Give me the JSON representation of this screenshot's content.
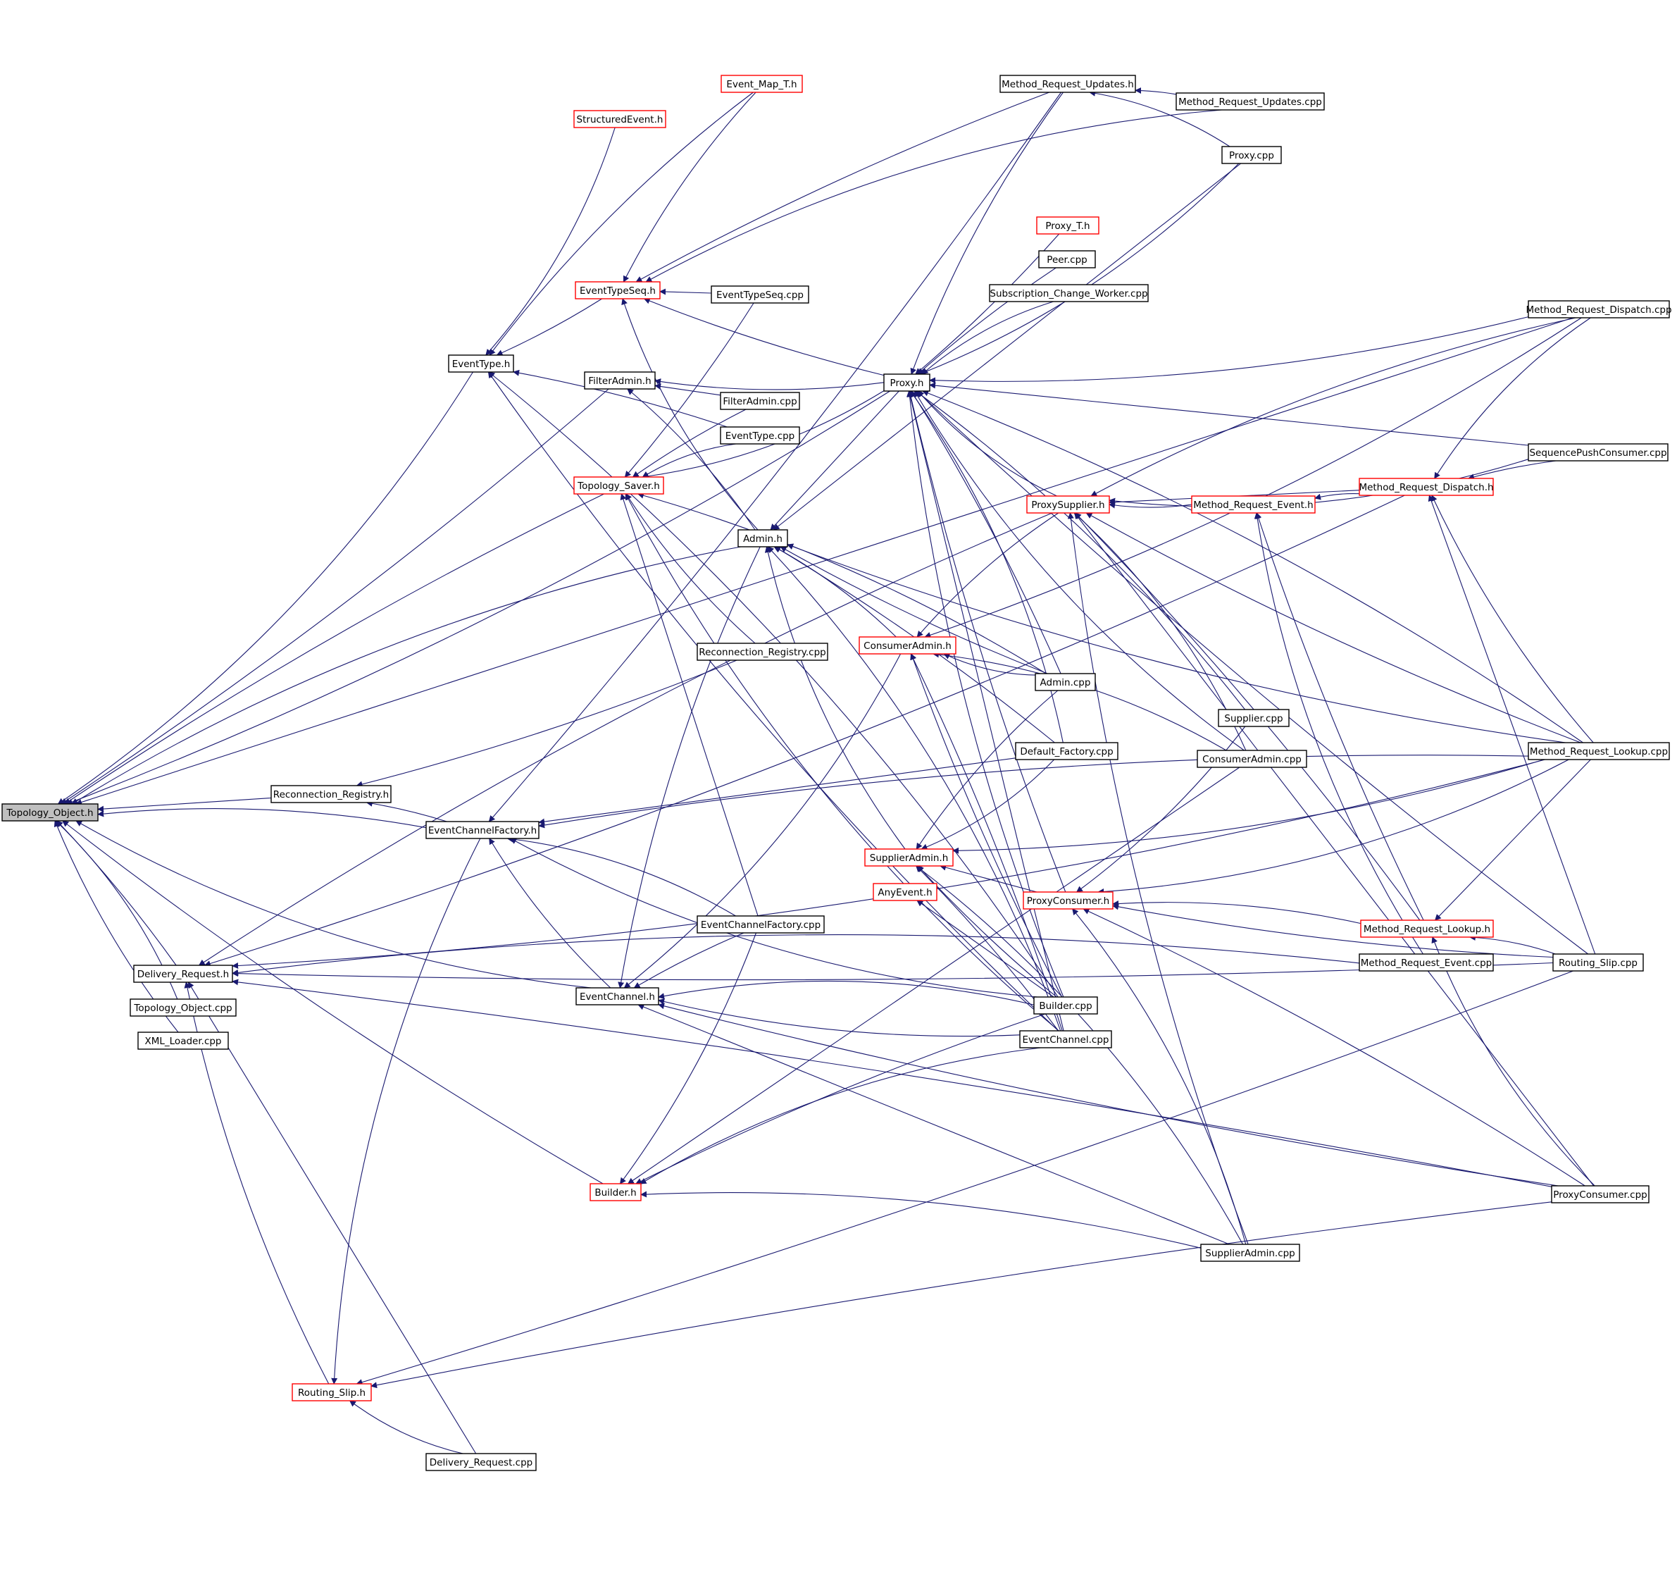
{
  "graph": {
    "colors": {
      "edge": "#191970",
      "arrowhead": "#191970",
      "root_fill": "#bfbfbf",
      "border_normal": "#000000",
      "border_truncated": "#ff0000",
      "background": "#ffffff"
    },
    "nodes": [
      {
        "id": "topology_object_h",
        "label": "Topology_Object.h",
        "style": "root"
      },
      {
        "id": "eventtype_h",
        "label": "EventType.h",
        "style": "normal"
      },
      {
        "id": "eventtypeseq_h",
        "label": "EventTypeSeq.h",
        "style": "truncated"
      },
      {
        "id": "event_map_t_h",
        "label": "Event_Map_T.h",
        "style": "truncated"
      },
      {
        "id": "structuredevent_h",
        "label": "StructuredEvent.h",
        "style": "truncated"
      },
      {
        "id": "filteradmin_h",
        "label": "FilterAdmin.h",
        "style": "normal"
      },
      {
        "id": "topology_saver_h",
        "label": "Topology_Saver.h",
        "style": "truncated"
      },
      {
        "id": "admin_h",
        "label": "Admin.h",
        "style": "normal"
      },
      {
        "id": "reconnection_registry_cpp",
        "label": "Reconnection_Registry.cpp",
        "style": "normal"
      },
      {
        "id": "reconnection_registry_h",
        "label": "Reconnection_Registry.h",
        "style": "normal"
      },
      {
        "id": "eventchannelfactory_h",
        "label": "EventChannelFactory.h",
        "style": "normal"
      },
      {
        "id": "eventchannelfactory_cpp",
        "label": "EventChannelFactory.cpp",
        "style": "normal"
      },
      {
        "id": "eventchannel_h",
        "label": "EventChannel.h",
        "style": "normal"
      },
      {
        "id": "builder_h",
        "label": "Builder.h",
        "style": "truncated"
      },
      {
        "id": "routing_slip_h",
        "label": "Routing_Slip.h",
        "style": "truncated"
      },
      {
        "id": "delivery_request_cpp",
        "label": "Delivery_Request.cpp",
        "style": "normal"
      },
      {
        "id": "delivery_request_h",
        "label": "Delivery_Request.h",
        "style": "normal"
      },
      {
        "id": "topology_object_cpp",
        "label": "Topology_Object.cpp",
        "style": "normal"
      },
      {
        "id": "xml_loader_cpp",
        "label": "XML_Loader.cpp",
        "style": "normal"
      },
      {
        "id": "eventtypeseq_cpp",
        "label": "EventTypeSeq.cpp",
        "style": "normal"
      },
      {
        "id": "filteradmin_cpp",
        "label": "FilterAdmin.cpp",
        "style": "normal"
      },
      {
        "id": "eventtype_cpp",
        "label": "EventType.cpp",
        "style": "normal"
      },
      {
        "id": "method_request_updates_h",
        "label": "Method_Request_Updates.h",
        "style": "normal"
      },
      {
        "id": "method_request_updates_cpp",
        "label": "Method_Request_Updates.cpp",
        "style": "normal"
      },
      {
        "id": "proxy_cpp",
        "label": "Proxy.cpp",
        "style": "normal"
      },
      {
        "id": "proxy_t_h",
        "label": "Proxy_T.h",
        "style": "truncated"
      },
      {
        "id": "peer_cpp",
        "label": "Peer.cpp",
        "style": "normal"
      },
      {
        "id": "subscription_change_worker_cpp",
        "label": "Subscription_Change_Worker.cpp",
        "style": "normal"
      },
      {
        "id": "proxy_h",
        "label": "Proxy.h",
        "style": "normal"
      },
      {
        "id": "proxysupplier_h",
        "label": "ProxySupplier.h",
        "style": "truncated"
      },
      {
        "id": "consumeradmin_h",
        "label": "ConsumerAdmin.h",
        "style": "truncated"
      },
      {
        "id": "admin_cpp",
        "label": "Admin.cpp",
        "style": "normal"
      },
      {
        "id": "default_factory_cpp",
        "label": "Default_Factory.cpp",
        "style": "normal"
      },
      {
        "id": "supplieradmin_h",
        "label": "SupplierAdmin.h",
        "style": "truncated"
      },
      {
        "id": "anyevent_h",
        "label": "AnyEvent.h",
        "style": "truncated"
      },
      {
        "id": "proxyconsumer_h",
        "label": "ProxyConsumer.h",
        "style": "truncated"
      },
      {
        "id": "builder_cpp",
        "label": "Builder.cpp",
        "style": "normal"
      },
      {
        "id": "eventchannel_cpp",
        "label": "EventChannel.cpp",
        "style": "normal"
      },
      {
        "id": "supplier_cpp",
        "label": "Supplier.cpp",
        "style": "normal"
      },
      {
        "id": "consumeradmin_cpp",
        "label": "ConsumerAdmin.cpp",
        "style": "normal"
      },
      {
        "id": "method_request_event_h",
        "label": "Method_Request_Event.h",
        "style": "truncated"
      },
      {
        "id": "method_request_dispatch_h",
        "label": "Method_Request_Dispatch.h",
        "style": "truncated"
      },
      {
        "id": "method_request_dispatch_cpp",
        "label": "Method_Request_Dispatch.cpp",
        "style": "normal"
      },
      {
        "id": "sequencepushconsumer_cpp",
        "label": "SequencePushConsumer.cpp",
        "style": "normal"
      },
      {
        "id": "method_request_lookup_cpp",
        "label": "Method_Request_Lookup.cpp",
        "style": "normal"
      },
      {
        "id": "method_request_lookup_h",
        "label": "Method_Request_Lookup.h",
        "style": "truncated"
      },
      {
        "id": "method_request_event_cpp",
        "label": "Method_Request_Event.cpp",
        "style": "normal"
      },
      {
        "id": "routing_slip_cpp",
        "label": "Routing_Slip.cpp",
        "style": "normal"
      },
      {
        "id": "proxyconsumer_cpp",
        "label": "ProxyConsumer.cpp",
        "style": "normal"
      },
      {
        "id": "supplieradmin_cpp",
        "label": "SupplierAdmin.cpp",
        "style": "normal"
      }
    ],
    "edges": [
      {
        "from": "eventtype_h",
        "to": "topology_object_h"
      },
      {
        "from": "filteradmin_h",
        "to": "topology_object_h"
      },
      {
        "from": "topology_saver_h",
        "to": "topology_object_h"
      },
      {
        "from": "admin_h",
        "to": "topology_object_h"
      },
      {
        "from": "proxy_h",
        "to": "topology_object_h"
      },
      {
        "from": "reconnection_registry_h",
        "to": "topology_object_h"
      },
      {
        "from": "eventchannelfactory_h",
        "to": "topology_object_h"
      },
      {
        "from": "eventchannel_h",
        "to": "topology_object_h"
      },
      {
        "from": "builder_h",
        "to": "topology_object_h"
      },
      {
        "from": "delivery_request_h",
        "to": "topology_object_h"
      },
      {
        "from": "topology_object_cpp",
        "to": "topology_object_h"
      },
      {
        "from": "xml_loader_cpp",
        "to": "topology_object_h"
      },
      {
        "from": "method_request_dispatch_cpp",
        "to": "topology_object_h"
      },
      {
        "from": "event_map_t_h",
        "to": "eventtype_h"
      },
      {
        "from": "structuredevent_h",
        "to": "eventtype_h"
      },
      {
        "from": "eventtypeseq_h",
        "to": "eventtype_h"
      },
      {
        "from": "eventtype_cpp",
        "to": "eventtype_h"
      },
      {
        "from": "builder_cpp",
        "to": "eventtype_h"
      },
      {
        "from": "eventchannel_cpp",
        "to": "eventtype_h"
      },
      {
        "from": "eventtypeseq_cpp",
        "to": "eventtypeseq_h"
      },
      {
        "from": "event_map_t_h",
        "to": "eventtypeseq_h"
      },
      {
        "from": "admin_h",
        "to": "eventtypeseq_h"
      },
      {
        "from": "proxy_h",
        "to": "eventtypeseq_h"
      },
      {
        "from": "method_request_updates_h",
        "to": "eventtypeseq_h"
      },
      {
        "from": "method_request_updates_cpp",
        "to": "eventtypeseq_h"
      },
      {
        "from": "proxy_h",
        "to": "filteradmin_h"
      },
      {
        "from": "filteradmin_cpp",
        "to": "filteradmin_h"
      },
      {
        "from": "admin_h",
        "to": "filteradmin_h"
      },
      {
        "from": "proxy_h",
        "to": "topology_saver_h"
      },
      {
        "from": "eventtypeseq_cpp",
        "to": "topology_saver_h"
      },
      {
        "from": "filteradmin_cpp",
        "to": "topology_saver_h"
      },
      {
        "from": "eventtype_cpp",
        "to": "topology_saver_h"
      },
      {
        "from": "reconnection_registry_cpp",
        "to": "topology_saver_h"
      },
      {
        "from": "eventchannelfactory_cpp",
        "to": "topology_saver_h"
      },
      {
        "from": "admin_cpp",
        "to": "topology_saver_h"
      },
      {
        "from": "eventchannel_cpp",
        "to": "topology_saver_h"
      },
      {
        "from": "reconnection_registry_cpp",
        "to": "reconnection_registry_h"
      },
      {
        "from": "eventchannelfactory_h",
        "to": "reconnection_registry_h"
      },
      {
        "from": "eventchannelfactory_cpp",
        "to": "eventchannelfactory_h"
      },
      {
        "from": "eventchannel_h",
        "to": "eventchannelfactory_h"
      },
      {
        "from": "default_factory_cpp",
        "to": "eventchannelfactory_h"
      },
      {
        "from": "method_request_lookup_cpp",
        "to": "eventchannelfactory_h"
      },
      {
        "from": "builder_cpp",
        "to": "eventchannelfactory_h"
      },
      {
        "from": "method_request_updates_h",
        "to": "eventchannelfactory_h"
      },
      {
        "from": "eventchannelfactory_cpp",
        "to": "eventchannel_h"
      },
      {
        "from": "builder_cpp",
        "to": "eventchannel_h"
      },
      {
        "from": "eventchannel_cpp",
        "to": "eventchannel_h"
      },
      {
        "from": "supplieradmin_cpp",
        "to": "eventchannel_h"
      },
      {
        "from": "admin_h",
        "to": "eventchannel_h"
      },
      {
        "from": "consumeradmin_h",
        "to": "eventchannel_h"
      },
      {
        "from": "proxyconsumer_cpp",
        "to": "eventchannel_h"
      },
      {
        "from": "builder_cpp",
        "to": "builder_h"
      },
      {
        "from": "eventchannel_cpp",
        "to": "builder_h"
      },
      {
        "from": "eventchannelfactory_cpp",
        "to": "builder_h"
      },
      {
        "from": "consumeradmin_cpp",
        "to": "builder_h"
      },
      {
        "from": "supplieradmin_cpp",
        "to": "builder_h"
      },
      {
        "from": "delivery_request_cpp",
        "to": "routing_slip_h"
      },
      {
        "from": "routing_slip_cpp",
        "to": "routing_slip_h"
      },
      {
        "from": "proxyconsumer_cpp",
        "to": "routing_slip_h"
      },
      {
        "from": "eventchannelfactory_h",
        "to": "routing_slip_h"
      },
      {
        "from": "routing_slip_h",
        "to": "delivery_request_h"
      },
      {
        "from": "delivery_request_cpp",
        "to": "delivery_request_h"
      },
      {
        "from": "proxysupplier_h",
        "to": "delivery_request_h"
      },
      {
        "from": "method_request_lookup_cpp",
        "to": "delivery_request_h"
      },
      {
        "from": "routing_slip_cpp",
        "to": "delivery_request_h"
      },
      {
        "from": "proxyconsumer_cpp",
        "to": "delivery_request_h"
      },
      {
        "from": "method_request_event_cpp",
        "to": "delivery_request_h"
      },
      {
        "from": "method_request_dispatch_h",
        "to": "delivery_request_h"
      },
      {
        "from": "proxy_h",
        "to": "admin_h"
      },
      {
        "from": "consumeradmin_h",
        "to": "admin_h"
      },
      {
        "from": "supplieradmin_h",
        "to": "admin_h"
      },
      {
        "from": "admin_cpp",
        "to": "admin_h"
      },
      {
        "from": "default_factory_cpp",
        "to": "admin_h"
      },
      {
        "from": "eventchannel_cpp",
        "to": "admin_h"
      },
      {
        "from": "method_request_lookup_cpp",
        "to": "admin_h"
      },
      {
        "from": "proxy_cpp",
        "to": "admin_h"
      },
      {
        "from": "method_request_updates_h",
        "to": "proxy_h"
      },
      {
        "from": "proxy_cpp",
        "to": "proxy_h"
      },
      {
        "from": "proxy_t_h",
        "to": "proxy_h"
      },
      {
        "from": "peer_cpp",
        "to": "proxy_h"
      },
      {
        "from": "subscription_change_worker_cpp",
        "to": "proxy_h"
      },
      {
        "from": "method_request_dispatch_cpp",
        "to": "proxy_h"
      },
      {
        "from": "sequencepushconsumer_cpp",
        "to": "proxy_h"
      },
      {
        "from": "method_request_lookup_cpp",
        "to": "proxy_h"
      },
      {
        "from": "proxysupplier_h",
        "to": "proxy_h"
      },
      {
        "from": "proxyconsumer_h",
        "to": "proxy_h"
      },
      {
        "from": "admin_cpp",
        "to": "proxy_h"
      },
      {
        "from": "default_factory_cpp",
        "to": "proxy_h"
      },
      {
        "from": "builder_cpp",
        "to": "proxy_h"
      },
      {
        "from": "eventchannel_cpp",
        "to": "proxy_h"
      },
      {
        "from": "supplier_cpp",
        "to": "proxy_h"
      },
      {
        "from": "consumeradmin_cpp",
        "to": "proxy_h"
      },
      {
        "from": "routing_slip_cpp",
        "to": "proxy_h"
      },
      {
        "from": "method_request_updates_cpp",
        "to": "method_request_updates_h"
      },
      {
        "from": "proxy_cpp",
        "to": "method_request_updates_h"
      },
      {
        "from": "method_request_event_h",
        "to": "proxysupplier_h"
      },
      {
        "from": "method_request_dispatch_h",
        "to": "proxysupplier_h"
      },
      {
        "from": "method_request_dispatch_cpp",
        "to": "proxysupplier_h"
      },
      {
        "from": "sequencepushconsumer_cpp",
        "to": "proxysupplier_h"
      },
      {
        "from": "method_request_lookup_cpp",
        "to": "proxysupplier_h"
      },
      {
        "from": "method_request_lookup_h",
        "to": "proxysupplier_h"
      },
      {
        "from": "consumeradmin_cpp",
        "to": "proxysupplier_h"
      },
      {
        "from": "supplieradmin_cpp",
        "to": "proxysupplier_h"
      },
      {
        "from": "proxyconsumer_cpp",
        "to": "proxysupplier_h"
      },
      {
        "from": "method_request_dispatch_h",
        "to": "method_request_event_h"
      },
      {
        "from": "method_request_event_cpp",
        "to": "method_request_event_h"
      },
      {
        "from": "method_request_lookup_h",
        "to": "method_request_event_h"
      },
      {
        "from": "sequencepushconsumer_cpp",
        "to": "method_request_dispatch_h"
      },
      {
        "from": "method_request_dispatch_cpp",
        "to": "method_request_dispatch_h"
      },
      {
        "from": "method_request_lookup_cpp",
        "to": "method_request_dispatch_h"
      },
      {
        "from": "routing_slip_cpp",
        "to": "method_request_dispatch_h"
      },
      {
        "from": "proxysupplier_h",
        "to": "consumeradmin_h"
      },
      {
        "from": "admin_cpp",
        "to": "consumeradmin_h"
      },
      {
        "from": "builder_cpp",
        "to": "consumeradmin_h"
      },
      {
        "from": "eventchannel_cpp",
        "to": "consumeradmin_h"
      },
      {
        "from": "consumeradmin_cpp",
        "to": "consumeradmin_h"
      },
      {
        "from": "method_request_dispatch_cpp",
        "to": "consumeradmin_h"
      },
      {
        "from": "proxyconsumer_h",
        "to": "supplieradmin_h"
      },
      {
        "from": "admin_cpp",
        "to": "supplieradmin_h"
      },
      {
        "from": "default_factory_cpp",
        "to": "supplieradmin_h"
      },
      {
        "from": "builder_cpp",
        "to": "supplieradmin_h"
      },
      {
        "from": "eventchannel_cpp",
        "to": "supplieradmin_h"
      },
      {
        "from": "supplieradmin_cpp",
        "to": "supplieradmin_h"
      },
      {
        "from": "method_request_lookup_cpp",
        "to": "supplieradmin_h"
      },
      {
        "from": "builder_cpp",
        "to": "anyevent_h"
      },
      {
        "from": "method_request_lookup_h",
        "to": "proxyconsumer_h"
      },
      {
        "from": "method_request_lookup_cpp",
        "to": "proxyconsumer_h"
      },
      {
        "from": "routing_slip_cpp",
        "to": "proxyconsumer_h"
      },
      {
        "from": "proxyconsumer_cpp",
        "to": "proxyconsumer_h"
      },
      {
        "from": "supplieradmin_cpp",
        "to": "proxyconsumer_h"
      },
      {
        "from": "supplier_cpp",
        "to": "proxyconsumer_h"
      },
      {
        "from": "method_request_lookup_cpp",
        "to": "method_request_lookup_h"
      },
      {
        "from": "routing_slip_cpp",
        "to": "method_request_lookup_h"
      },
      {
        "from": "proxyconsumer_cpp",
        "to": "method_request_lookup_h"
      }
    ]
  }
}
